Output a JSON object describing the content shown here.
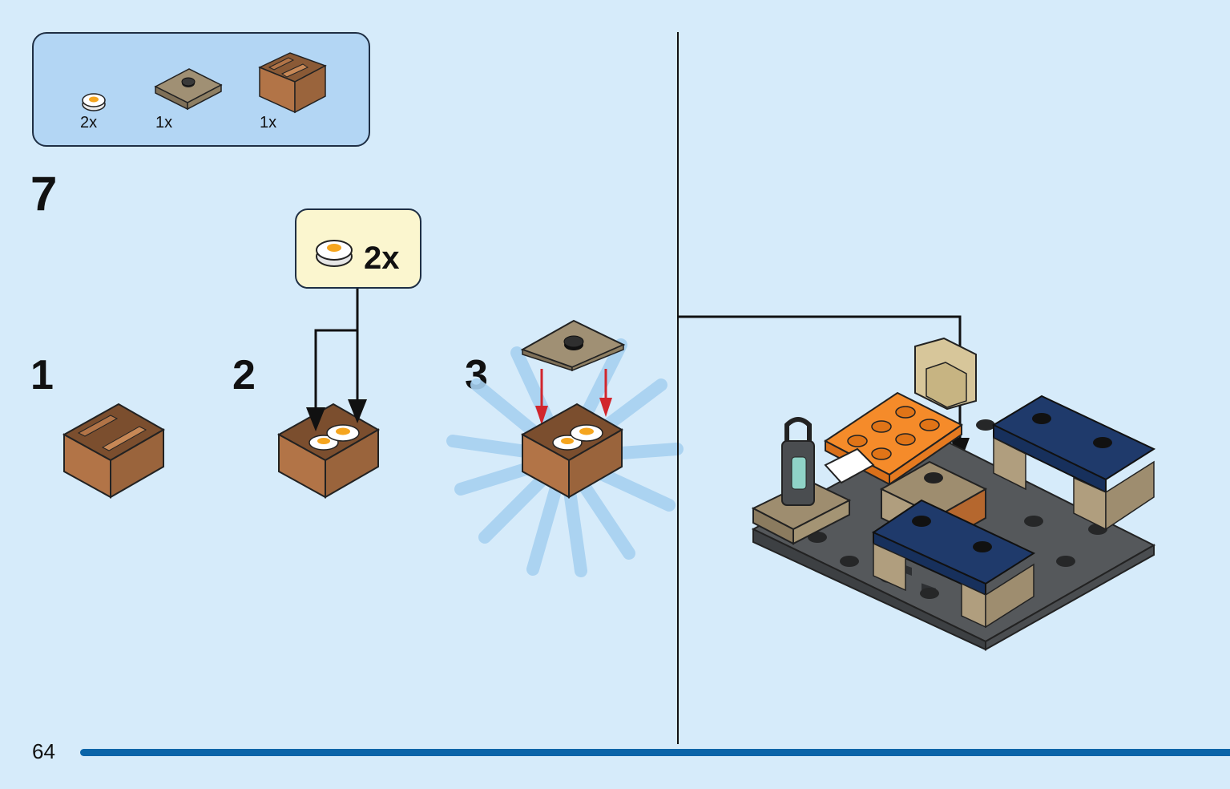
{
  "parts_list": {
    "items": [
      {
        "part": "round-tile-fried-egg-icon",
        "qty": "2x"
      },
      {
        "part": "plate-2x2-jumper-icon",
        "qty": "1x"
      },
      {
        "part": "box-2x2-icon",
        "qty": "1x"
      }
    ]
  },
  "step": {
    "number": "7"
  },
  "callout": {
    "part": "round-tile-fried-egg-icon",
    "qty": "2x"
  },
  "substeps": [
    {
      "number": "1"
    },
    {
      "number": "2"
    },
    {
      "number": "3"
    }
  ],
  "page": {
    "number": "64"
  },
  "colors": {
    "background": "#d6ebfa",
    "parts_box": "#b3d6f4",
    "callout": "#fbf6cf",
    "reddish_brown": "#b27447",
    "dark_tan": "#9e8d6f",
    "tan": "#d7c69a",
    "orange": "#f58b2a",
    "dark_blue": "#1f3a6b",
    "dark_gray": "#5d5f61",
    "arrow_red": "#d1262d",
    "bar": "#0a64a8"
  }
}
